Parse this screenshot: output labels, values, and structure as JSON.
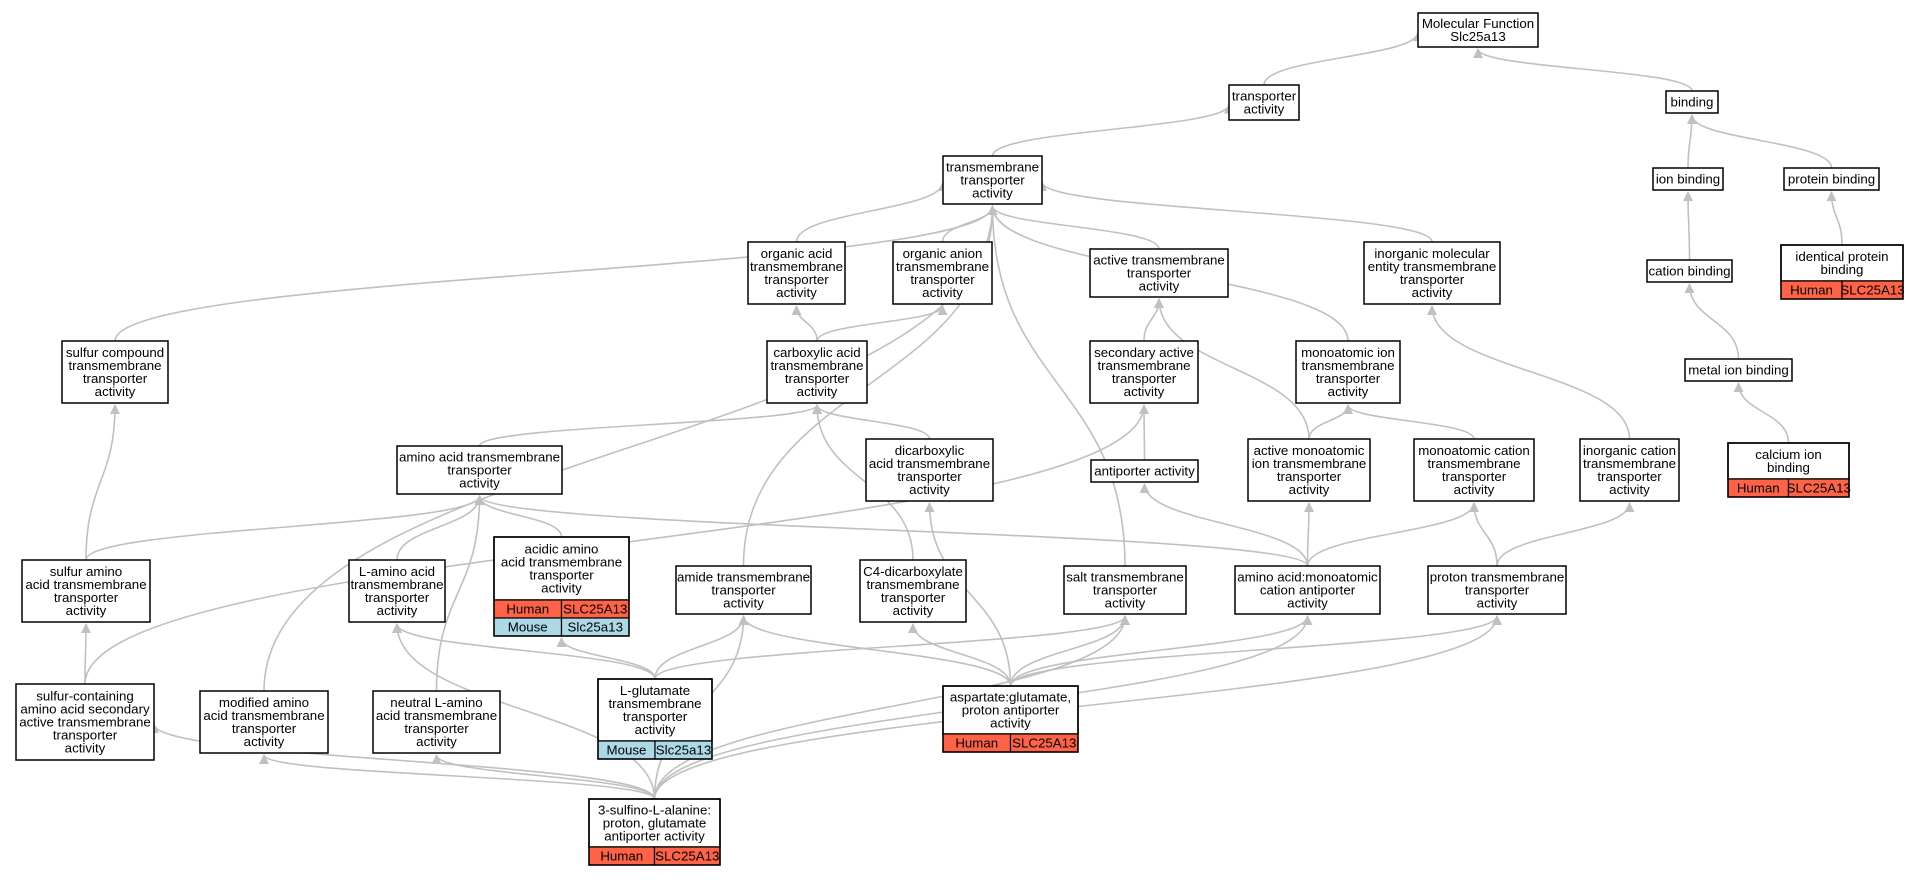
{
  "colors": {
    "human": "#ff6347",
    "mouse": "#add8e6",
    "edge": "#c0c0c0",
    "node_border": "#000000",
    "node_fill": "#ffffff"
  },
  "nodes": [
    {
      "id": "mf",
      "lines": [
        "Molecular Function",
        "Slc25a13"
      ]
    },
    {
      "id": "ta",
      "lines": [
        "transporter",
        "activity"
      ]
    },
    {
      "id": "binding",
      "lines": [
        "binding"
      ]
    },
    {
      "id": "tta",
      "lines": [
        "transmembrane",
        "transporter",
        "activity"
      ]
    },
    {
      "id": "ionb",
      "lines": [
        "ion binding"
      ]
    },
    {
      "id": "protb",
      "lines": [
        "protein binding"
      ]
    },
    {
      "id": "oat",
      "lines": [
        "organic acid",
        "transmembrane",
        "transporter",
        "activity"
      ]
    },
    {
      "id": "oant",
      "lines": [
        "organic anion",
        "transmembrane",
        "transporter",
        "activity"
      ]
    },
    {
      "id": "att",
      "lines": [
        "active transmembrane",
        "transporter",
        "activity"
      ]
    },
    {
      "id": "imet",
      "lines": [
        "inorganic molecular",
        "entity transmembrane",
        "transporter",
        "activity"
      ]
    },
    {
      "id": "catb",
      "lines": [
        "cation binding"
      ]
    },
    {
      "id": "idpb",
      "lines": [
        "identical protein",
        "binding"
      ],
      "cells": [
        {
          "species": "Human",
          "gene": "SLC25A13"
        }
      ]
    },
    {
      "id": "sct",
      "lines": [
        "sulfur compound",
        "transmembrane",
        "transporter",
        "activity"
      ]
    },
    {
      "id": "cat",
      "lines": [
        "carboxylic acid",
        "transmembrane",
        "transporter",
        "activity"
      ]
    },
    {
      "id": "satt",
      "lines": [
        "secondary active",
        "transmembrane",
        "transporter",
        "activity"
      ]
    },
    {
      "id": "mit",
      "lines": [
        "monoatomic ion",
        "transmembrane",
        "transporter",
        "activity"
      ]
    },
    {
      "id": "metb",
      "lines": [
        "metal ion binding"
      ]
    },
    {
      "id": "aat",
      "lines": [
        "amino acid transmembrane",
        "transporter",
        "activity"
      ]
    },
    {
      "id": "dct",
      "lines": [
        "dicarboxylic",
        "acid transmembrane",
        "transporter",
        "activity"
      ]
    },
    {
      "id": "anti",
      "lines": [
        "antiporter activity"
      ]
    },
    {
      "id": "amit",
      "lines": [
        "active monoatomic",
        "ion transmembrane",
        "transporter",
        "activity"
      ]
    },
    {
      "id": "mct",
      "lines": [
        "monoatomic cation",
        "transmembrane",
        "transporter",
        "activity"
      ]
    },
    {
      "id": "ict",
      "lines": [
        "inorganic cation",
        "transmembrane",
        "transporter",
        "activity"
      ]
    },
    {
      "id": "cab",
      "lines": [
        "calcium ion",
        "binding"
      ],
      "cells": [
        {
          "species": "Human",
          "gene": "SLC25A13"
        }
      ]
    },
    {
      "id": "saat",
      "lines": [
        "sulfur amino",
        "acid transmembrane",
        "transporter",
        "activity"
      ]
    },
    {
      "id": "laat",
      "lines": [
        "L-amino acid",
        "transmembrane",
        "transporter",
        "activity"
      ]
    },
    {
      "id": "acaat",
      "lines": [
        "acidic amino",
        "acid transmembrane",
        "transporter",
        "activity"
      ],
      "cells": [
        {
          "species": "Human",
          "gene": "SLC25A13"
        },
        {
          "species": "Mouse",
          "gene": "Slc25a13"
        }
      ]
    },
    {
      "id": "amt",
      "lines": [
        "amide transmembrane",
        "transporter",
        "activity"
      ]
    },
    {
      "id": "c4dct",
      "lines": [
        "C4-dicarboxylate",
        "transmembrane",
        "transporter",
        "activity"
      ]
    },
    {
      "id": "salt",
      "lines": [
        "salt transmembrane",
        "transporter",
        "activity"
      ]
    },
    {
      "id": "aamca",
      "lines": [
        "amino acid:monoatomic",
        "cation antiporter",
        "activity"
      ]
    },
    {
      "id": "pta",
      "lines": [
        "proton transmembrane",
        "transporter",
        "activity"
      ]
    },
    {
      "id": "scaa",
      "lines": [
        "sulfur-containing",
        "amino acid secondary",
        "active transmembrane",
        "transporter",
        "activity"
      ]
    },
    {
      "id": "maat",
      "lines": [
        "modified amino",
        "acid transmembrane",
        "transporter",
        "activity"
      ]
    },
    {
      "id": "nlaat",
      "lines": [
        "neutral L-amino",
        "acid transmembrane",
        "transporter",
        "activity"
      ]
    },
    {
      "id": "lglut",
      "lines": [
        "L-glutamate",
        "transmembrane",
        "transporter",
        "activity"
      ],
      "cells": [
        {
          "species": "Mouse",
          "gene": "Slc25a13"
        }
      ]
    },
    {
      "id": "aspglu",
      "lines": [
        "aspartate:glutamate,",
        "proton antiporter",
        "activity"
      ],
      "cells": [
        {
          "species": "Human",
          "gene": "SLC25A13"
        }
      ]
    },
    {
      "id": "sulfo",
      "lines": [
        "3-sulfino-L-alanine:",
        "proton, glutamate",
        "antiporter activity"
      ],
      "cells": [
        {
          "species": "Human",
          "gene": "SLC25A13"
        }
      ]
    }
  ]
}
